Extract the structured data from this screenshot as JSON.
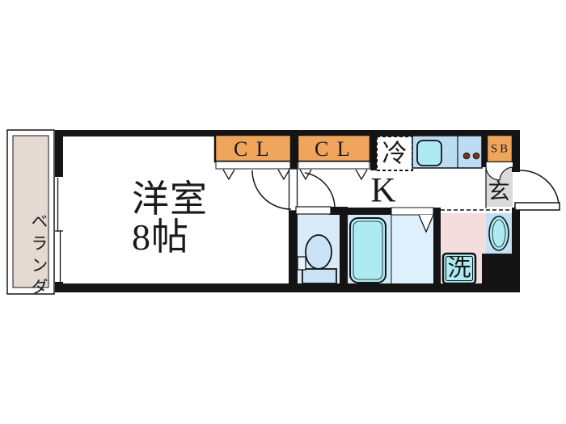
{
  "plan": {
    "balcony": {
      "label": "ベランダ"
    },
    "main_room": {
      "label": "洋室",
      "size": "8帖"
    },
    "closet1": {
      "label": "CL"
    },
    "closet2": {
      "label": "CL"
    },
    "refrigerator": {
      "label": "冷"
    },
    "kitchen": {
      "label": "K"
    },
    "shoe_box": {
      "label": "SB"
    },
    "entrance": {
      "label": "玄"
    },
    "washer": {
      "label": "洗"
    },
    "colors": {
      "wall": "#141414",
      "closet_orange": "#F0A55C",
      "counter_blue": "#BCDCF4",
      "fixture_cyan": "#ADEAF2",
      "toilet_room_blue": "#D9EAF9",
      "toilet_fixture_blue": "#C9E2F6",
      "bath_blue": "#CFE8FA",
      "bath_blue_light": "#DDF0FC",
      "washroom_pink": "#F3DEDD",
      "entrance_gray": "#DADADA",
      "balcony_beige": "#E4DAD1",
      "basin_area_blue": "#C3E0F6",
      "burner_brown": "#7A3512"
    }
  }
}
